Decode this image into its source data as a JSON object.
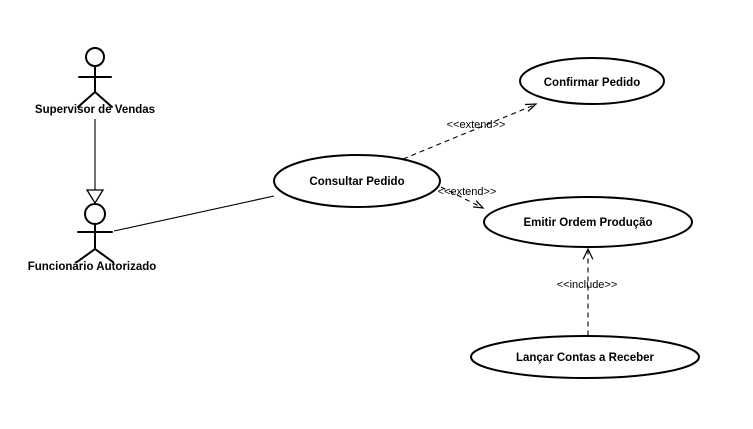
{
  "diagram": {
    "kind": "uml-use-case-diagram",
    "colors": {
      "background": "#ffffff",
      "stroke": "#000000",
      "text": "#000000"
    },
    "actors": [
      {
        "id": "supervisor-de-vendas",
        "name": "Supervisor de Vendas"
      },
      {
        "id": "funcionario-autorizado",
        "name": "Funcionário Autorizado"
      }
    ],
    "use_cases": [
      {
        "id": "consultar-pedido",
        "label": "Consultar Pedido"
      },
      {
        "id": "confirmar-pedido",
        "label": "Confirmar Pedido"
      },
      {
        "id": "emitir-ordem-producao",
        "label": "Emitir Ordem Produção"
      },
      {
        "id": "lancar-contas-a-receber",
        "label": "Lançar Contas a Receber"
      }
    ],
    "relationships": [
      {
        "type": "generalization",
        "from": "Supervisor de Vendas",
        "to": "Funcionário Autorizado",
        "label": ""
      },
      {
        "type": "association",
        "from": "Funcionário Autorizado",
        "to": "Consultar Pedido",
        "label": ""
      },
      {
        "type": "extend",
        "from": "Consultar Pedido",
        "to": "Confirmar Pedido",
        "label": "<<extend>>"
      },
      {
        "type": "extend",
        "from": "Consultar Pedido",
        "to": "Emitir Ordem Produção",
        "label": "<<extend>>"
      },
      {
        "type": "include",
        "from": "Lançar Contas a Receber",
        "to": "Emitir Ordem Produção",
        "label": "<<include>>"
      }
    ]
  }
}
